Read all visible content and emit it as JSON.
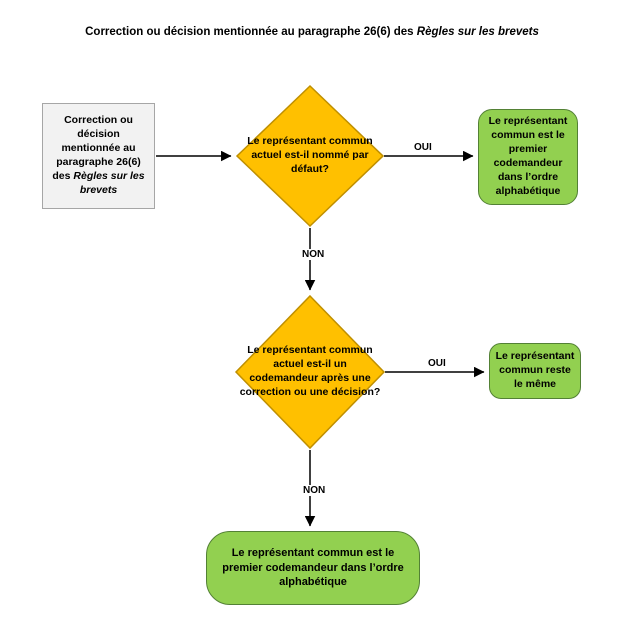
{
  "title": {
    "text": "Correction ou décision mentionnée au paragraphe 26(6) des ",
    "italic_text": "Règles sur les brevets"
  },
  "flowchart": {
    "start": {
      "text": "Correction ou décision mentionnée au paragraphe 26(6) des ",
      "italic_text": "Règles sur les brevets"
    },
    "decision1": "Le représentant commun actuel est-il nommé par défaut?",
    "outcome_yes1": "Le représentant commun est le premier codemandeur dans l’ordre alphabétique",
    "decision2": "Le représentant commun actuel est-il un codemandeur après une correction ou une décision?",
    "outcome_yes2": "Le représentant commun reste le même",
    "outcome_no": "Le représentant commun est le premier codemandeur dans l’ordre alphabétique",
    "label_yes": "OUI",
    "label_no": "NON"
  },
  "colors": {
    "diamond_fill": "#FFC000",
    "diamond_stroke": "#BF8F00",
    "green_fill": "#92D050",
    "green_stroke": "#538135",
    "gray_fill": "#F2F2F2",
    "gray_stroke": "#A6A6A6",
    "arrow": "#000000"
  }
}
